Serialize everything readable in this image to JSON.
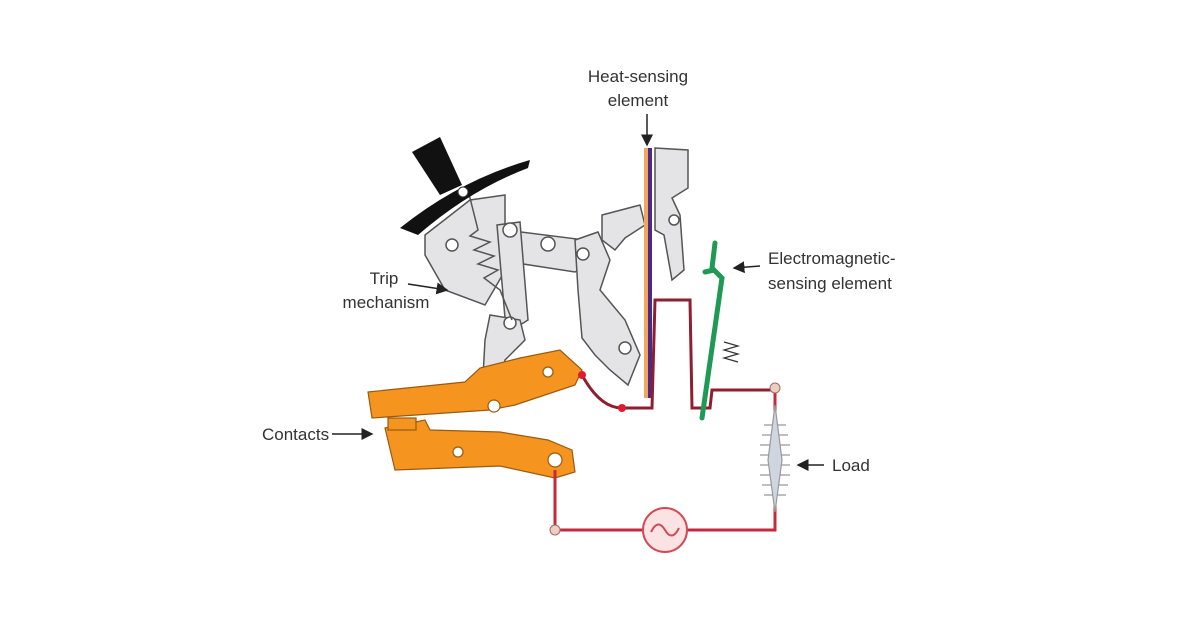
{
  "labels": {
    "heat_line1": "Heat-sensing",
    "heat_line2": "element",
    "trip_line1": "Trip",
    "trip_line2": "mechanism",
    "em_line1": "Electromagnetic-",
    "em_line2": "sensing element",
    "contacts": "Contacts",
    "load": "Load"
  },
  "colors": {
    "contacts": "#f5951f",
    "wire": "#c8283c",
    "heat_strip_a": "#f2a65a",
    "heat_strip_b": "#4b2a86",
    "em_element": "#1f9a55",
    "mechanism": "#e4e4e6",
    "handle": "#111111"
  }
}
